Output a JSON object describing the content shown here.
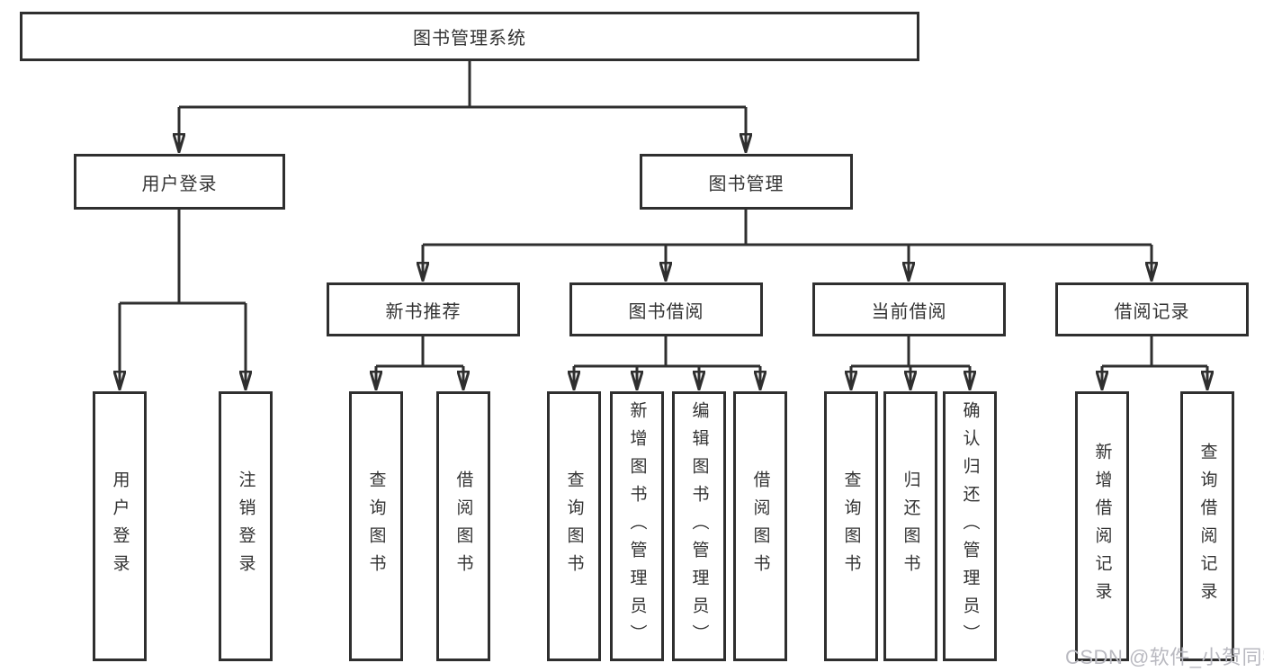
{
  "diagram": {
    "title_node": {
      "label": "图书管理系统"
    },
    "level2": [
      {
        "id": "user-login",
        "label": "用户登录"
      },
      {
        "id": "book-management",
        "label": "图书管理"
      }
    ],
    "level3": [
      {
        "id": "new-book-recommend",
        "label": "新书推荐",
        "parent": "图书管理"
      },
      {
        "id": "book-borrow",
        "label": "图书借阅",
        "parent": "图书管理"
      },
      {
        "id": "current-borrow",
        "label": "当前借阅",
        "parent": "图书管理"
      },
      {
        "id": "borrow-records",
        "label": "借阅记录",
        "parent": "图书管理"
      }
    ],
    "leaves": [
      {
        "label": "用户登录",
        "parent": "用户登录"
      },
      {
        "label": "注销登录",
        "parent": "用户登录"
      },
      {
        "label": "查询图书",
        "parent": "新书推荐"
      },
      {
        "label": "借阅图书",
        "parent": "新书推荐"
      },
      {
        "label": "查询图书",
        "parent": "图书借阅"
      },
      {
        "label": "新增图书（管理员）",
        "parent": "图书借阅"
      },
      {
        "label": "编辑图书（管理员）",
        "parent": "图书借阅"
      },
      {
        "label": "借阅图书",
        "parent": "图书借阅"
      },
      {
        "label": "查询图书",
        "parent": "当前借阅"
      },
      {
        "label": "归还图书",
        "parent": "当前借阅"
      },
      {
        "label": "确认归还（管理员）",
        "parent": "当前借阅"
      },
      {
        "label": "新增借阅记录",
        "parent": "借阅记录"
      },
      {
        "label": "查询借阅记录",
        "parent": "借阅记录"
      }
    ],
    "colors": {
      "line": "#2f2f2f",
      "box_border": "#2f2f2f",
      "text": "#333333",
      "background": "#ffffff",
      "watermark_text": "#b9b9c0"
    }
  },
  "watermark": {
    "text": "CSDN @软件_小贺同学"
  }
}
